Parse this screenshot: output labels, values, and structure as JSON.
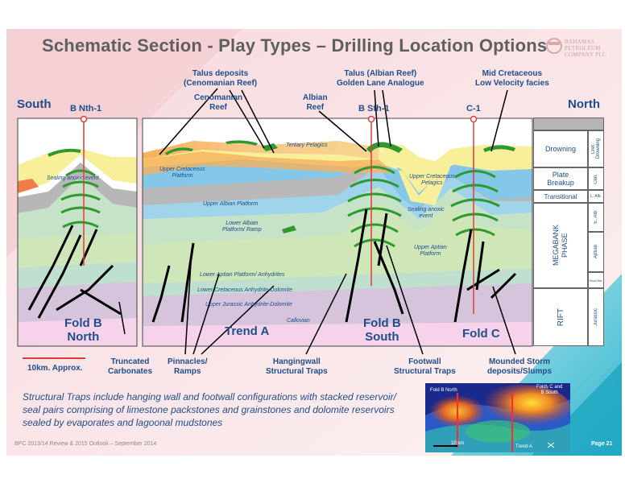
{
  "title": "Schematic Section - Play Types – Drilling Location Options",
  "logo": {
    "line1": "Bahamas",
    "line2": "Petroleum",
    "line3": "Company plc"
  },
  "directions": {
    "left": "South",
    "right": "North"
  },
  "wells": [
    {
      "name": "B Nth-1"
    },
    {
      "name": "B Sth-1"
    },
    {
      "name": "C-1"
    }
  ],
  "callouts": {
    "talus_deposits": "Talus deposits\n(Cenomanian Reef)",
    "cenomanian_reef": "Cenomanian\nReef",
    "albian_reef": "Albian\nReef",
    "talus_albian": "Talus (Albian Reef)\nGolden Lane Analogue",
    "mid_cretaceous": "Mid Cretaceous\nLow Velocity facies",
    "truncated": "Truncated\nCarbonates",
    "pinnacles": "Pinnacles/\nRamps",
    "hangingwall": "Hangingwall\nStructural Traps",
    "footwall": "Footwall\nStructural Traps",
    "mounded": "Mounded Storm\ndeposits/Slumps"
  },
  "folds": {
    "fold_b_north": "Fold B\nNorth",
    "trend_a": "Trend A",
    "fold_b_south": "Fold B\nSouth",
    "fold_c": "Fold C"
  },
  "section_labels": {
    "tertiary_pelagics": "Tertiary Pelagics",
    "upper_cretaceous_platform": "Upper Cretaceous\nPlatform",
    "upper_cretaceous_pelagics": "Upper Cretaceous\nPelagics",
    "sealing_anoxic_left": "Sealing anoxic event",
    "sealing_anoxic_right": "Sealing anoxic\nevent",
    "upper_albian_platform": "Upper Albian Platform",
    "lower_albian_platform": "Lower Albian\nPlatform/ Ramp",
    "upper_aptian_platform": "Upper Aptian\nPlatform",
    "lower_aptian": "Lower Aptian Platform/ Anhydrites",
    "lower_cretaceous_anhydrite": "Lower Cretaceous Anhydrite-Dolomite",
    "upper_jurassic": "Upper Jurassic Anhydrite-Dolomite",
    "callovian": "Callovian"
  },
  "scale_bar": "10km. Approx.",
  "stratigraphy": {
    "drowning": "Drowning",
    "cret_drowning": "Cret.\nDrowning",
    "plate_breakup": "Plate\nBreakup",
    "cen": "Cen.",
    "transitional": "Transitional",
    "l_alb": "L. Alb.",
    "megabank": "MEGABANK\nPHASE",
    "e_alb": "E. Alb",
    "aptian": "Aptian",
    "haut_bar": "Haut-Bar.",
    "rift": "RIFT",
    "jurassic": "Jurassic"
  },
  "summary": "Structural Traps include hanging wall and footwall configurations with stacked reservoir/ seal pairs comprising of limestone packstones and grainstones and dolomite reservoirs sealed by evaporates and lagoonal mudstones",
  "inset": {
    "fold_b_north": "Fold B North",
    "folds_c_bsouth": "Folds C and\nB South",
    "scale": "10 km",
    "trend_a": "Trend A"
  },
  "footer": "BPC 2013/14 Review & 2015 Outlook – September 2014",
  "page": "Page 21"
}
